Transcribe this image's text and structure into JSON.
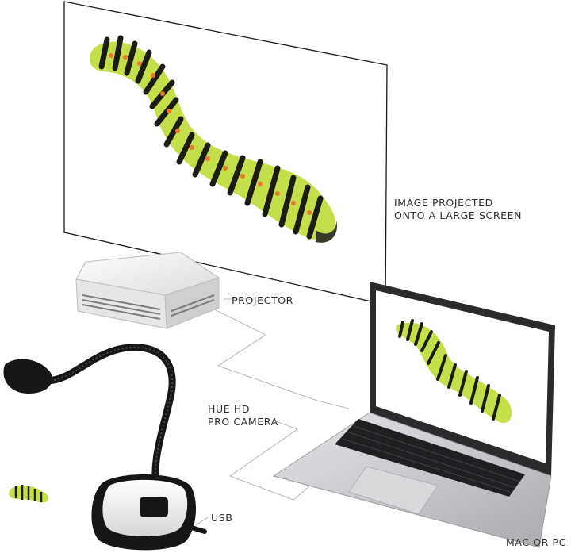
{
  "labels": {
    "screen_line1": "IMAGE PROJECTED",
    "screen_line2": "ONTO A LARGE SCREEN",
    "projector": "PROJECTOR",
    "camera_line1": "HUE HD",
    "camera_line2": "PRO CAMERA",
    "usb": "USB",
    "computer": "MAC OR PC"
  },
  "icons": {
    "screen": "projection-screen-icon",
    "caterpillar": "caterpillar-icon",
    "projector": "projector-icon",
    "laptop": "laptop-icon",
    "camera": "document-camera-icon"
  },
  "colors": {
    "connector_line": "#a8a8a8",
    "caterpillar_green": "#c3e04a",
    "caterpillar_stripe": "#1c1c14",
    "caterpillar_dot": "#e9782c",
    "laptop_silver": "#c9cacc",
    "camera_black": "#161616"
  }
}
